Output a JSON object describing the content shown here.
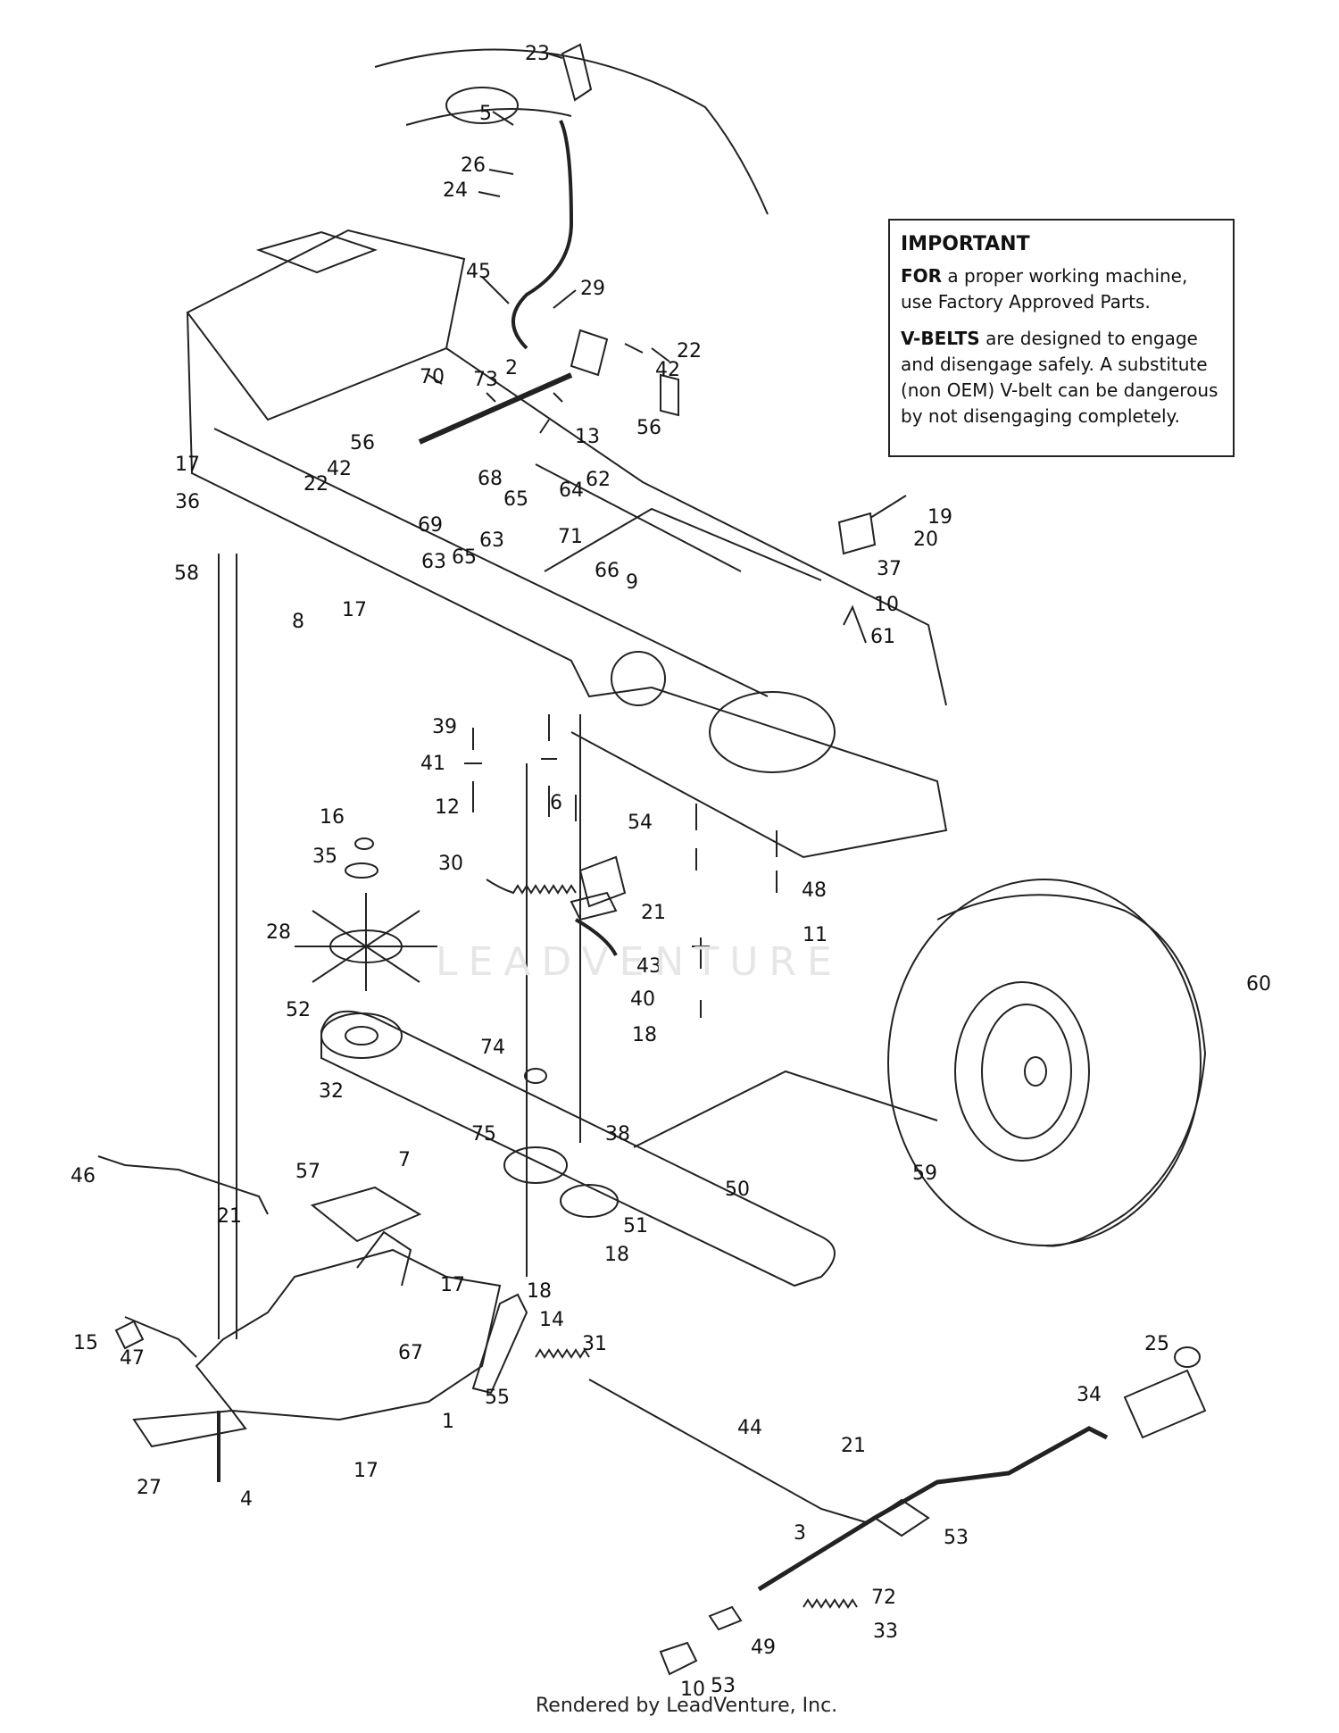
{
  "notice": {
    "heading": "IMPORTANT",
    "p1_bold": "FOR",
    "p1_text": " a proper working machine, use Factory Approved Parts.",
    "p2_bold": "V-BELTS",
    "p2_text": " are designed to engage and disengage safely. A substitute (non OEM) V-belt can be dangerous by not disengaging completely."
  },
  "watermark": "LEADVENTURE",
  "footer": "Rendered by LeadVenture, Inc.",
  "callouts": [
    "23",
    "5",
    "26",
    "24",
    "45",
    "29",
    "22",
    "42",
    "2",
    "56",
    "70",
    "73",
    "13",
    "17",
    "36",
    "56",
    "42",
    "22",
    "69",
    "68",
    "64",
    "62",
    "63",
    "65",
    "65",
    "63",
    "71",
    "66",
    "58",
    "8",
    "17",
    "9",
    "19",
    "20",
    "37",
    "10",
    "61",
    "39",
    "41",
    "12",
    "16",
    "35",
    "6",
    "54",
    "30",
    "21",
    "48",
    "11",
    "28",
    "43",
    "40",
    "18",
    "52",
    "74",
    "32",
    "38",
    "75",
    "57",
    "7",
    "50",
    "51",
    "18",
    "46",
    "21",
    "18",
    "17",
    "14",
    "31",
    "15",
    "47",
    "67",
    "55",
    "1",
    "44",
    "17",
    "27",
    "4",
    "25",
    "34",
    "21",
    "53",
    "3",
    "72",
    "33",
    "49",
    "53",
    "10",
    "59",
    "60"
  ]
}
